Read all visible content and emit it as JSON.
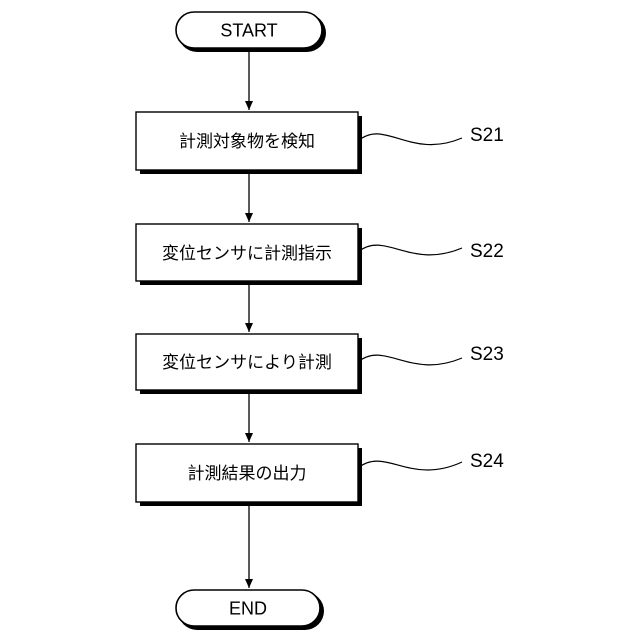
{
  "flowchart": {
    "start_label": "START",
    "end_label": "END",
    "steps": [
      {
        "id": "S21",
        "text": "計測対象物を検知"
      },
      {
        "id": "S22",
        "text": "変位センサに計測指示"
      },
      {
        "id": "S23",
        "text": "変位センサにより計測"
      },
      {
        "id": "S24",
        "text": "計測結果の出力"
      }
    ]
  }
}
